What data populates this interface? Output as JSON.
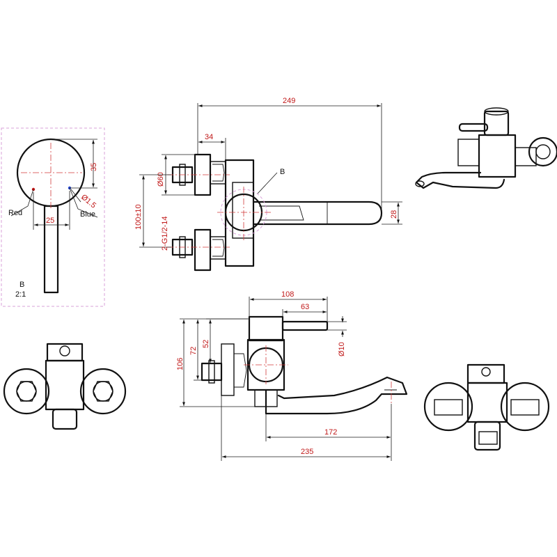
{
  "colors": {
    "outline": "#111111",
    "dimension_text": "#c01818",
    "centerline": "#d23a3a",
    "detail_frame": "#d9a0d9",
    "background": "#ffffff"
  },
  "detail_b": {
    "dims": {
      "height": "35",
      "width": "25",
      "hole": "Ø1.5"
    },
    "labels": {
      "red": "Red",
      "blue": "Blue",
      "view": "B",
      "scale": "2:1"
    }
  },
  "top_view": {
    "dims": {
      "length": "249",
      "offset": "34",
      "inlet_dia": "Ø60",
      "center_distance": "100±10",
      "thread": "2-G1/2-14",
      "spout_height": "28"
    },
    "callout": "B"
  },
  "front_view": {
    "dims": {
      "handle_length": "108",
      "handle_offset": "63",
      "lever_dia": "Ø10",
      "total_height": "106",
      "height_72": "72",
      "height_52": "52",
      "spout_reach": "172",
      "total_length": "235"
    }
  }
}
